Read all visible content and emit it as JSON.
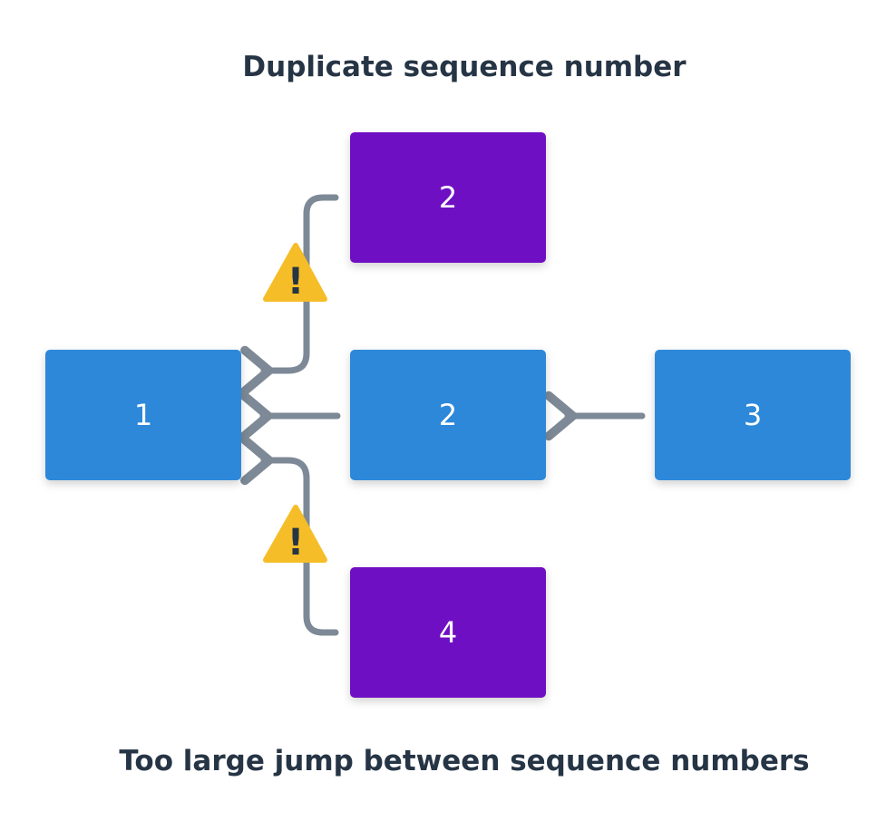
{
  "diagram": {
    "title_top": "Duplicate sequence number",
    "title_bottom": "Too large jump between sequence numbers",
    "blocks": {
      "block_1": "1",
      "block_2_main": "2",
      "block_3": "3",
      "block_2_duplicate": "2",
      "block_4": "4"
    },
    "warning_symbol": "!",
    "colors": {
      "chain_block": "#2d88d9",
      "problem_block": "#6f0fc3",
      "arrow": "#7d8996",
      "warning": "#f5bd27",
      "title_text": "#263545"
    },
    "icons": [
      "warning-icon",
      "arrow-left"
    ]
  }
}
